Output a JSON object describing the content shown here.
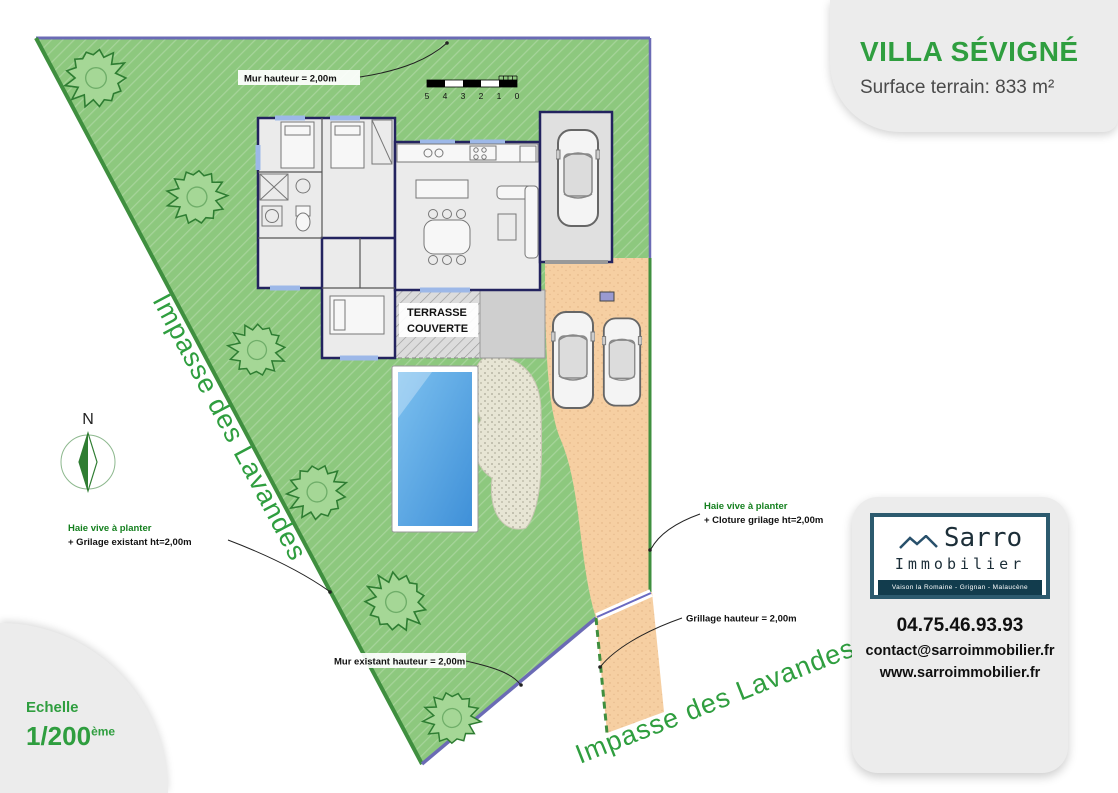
{
  "header": {
    "title": "VILLA SÉVIGNÉ",
    "surface": "Surface terrain: 833 m²"
  },
  "scale_card": {
    "label": "Echelle",
    "value": "1/200",
    "suffix": "ème"
  },
  "agency": {
    "name": "Sarro",
    "field": "Immobilier",
    "cities": "Vaison la Romaine - Grignan - Malaucène",
    "phone": "04.75.46.93.93",
    "email": "contact@sarroimmobilier.fr",
    "website": "www.sarroimmobilier.fr"
  },
  "plan": {
    "streets": {
      "left": "Impasse des Lavandes",
      "bottom": "Impasse des Lavandes"
    },
    "compass_north": "N",
    "terrace": {
      "line1": "TERRASSE",
      "line2": "COUVERTE"
    },
    "annotations": {
      "wall_top": "Mur hauteur = 2,00m",
      "hedge_left_line1": "Haie vive à planter",
      "hedge_left_line2": "+ Grilage existant ht=2,00m",
      "hedge_right_line1": "Haie vive à planter",
      "hedge_right_line2": "+ Cloture grilage ht=2,00m",
      "fence_gate": "Grillage hauteur = 2,00m",
      "wall_bottom": "Mur existant hauteur = 2,00m"
    },
    "scalebar": {
      "ticks": [
        "5",
        "4",
        "3",
        "2",
        "1",
        "0"
      ]
    }
  },
  "colors": {
    "brand_green": "#2f9e3f",
    "lawn_green": "#8dc87e",
    "driveway_orange": "#f6cfa2",
    "pool_blue": "#4da3e0",
    "wall_blue": "#6b6bb5",
    "fence_green": "#3f8f3f",
    "logo_frame": "#2c5a6e",
    "card_gray": "#ececec"
  }
}
